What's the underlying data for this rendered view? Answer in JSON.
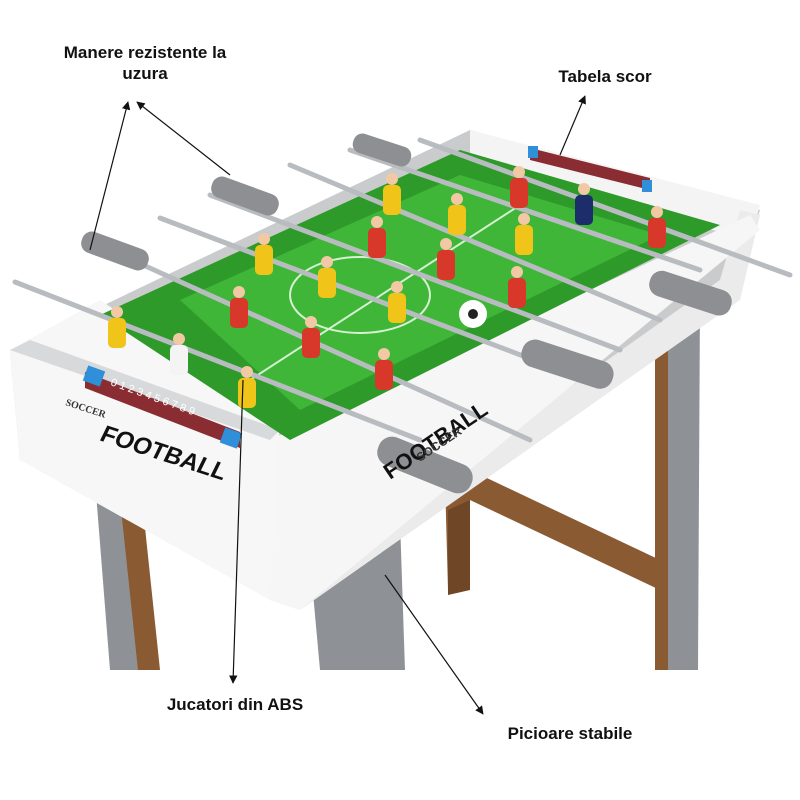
{
  "labels": {
    "handles": "Manere rezistente la uzura",
    "scoreboard": "Tabela scor",
    "players": "Jucatori din ABS",
    "legs": "Picioare stabile"
  },
  "table_print": {
    "brand_front": "FOOTBALL",
    "brand_side": "FOOTBALL",
    "brand_side_sub": "SOCCER",
    "soccer": "SOCCER",
    "score_digits": "0 1 2 3 4 5 6 7 8 9"
  },
  "colors": {
    "field": "#2e9a2a",
    "field_light": "#3fb637",
    "frame": "#f4f4f4",
    "handle": "#8d8f92",
    "leg_wood": "#8a5a32",
    "leg_grey": "#8e9296",
    "team_red": "#d8382a",
    "team_yellow": "#f0c419",
    "scoreboard": "#8a2d33",
    "score_blue": "#2f8fd8"
  },
  "icons": [
    "arrow-icon",
    "soccer-ball-icon"
  ]
}
